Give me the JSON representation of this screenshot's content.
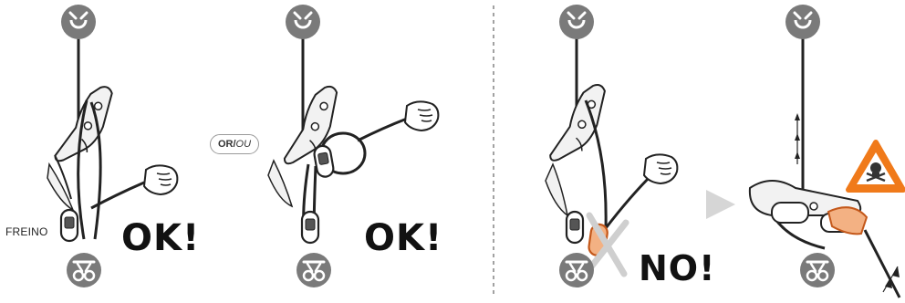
{
  "labels": {
    "brake_label": "FREINO",
    "ok_label_1": "OK!",
    "ok_label_2": "OK!",
    "no_label": "NO!",
    "or_badge": {
      "left": "OR",
      "slash": "/",
      "right": "OU"
    }
  },
  "colors": {
    "icon_circle": "#7a7a7a",
    "rope": "#222222",
    "warning_orange": "#f07a1a",
    "highlight_orange": "#f0a060",
    "divider": "#444444",
    "arrow_grey": "#d6d6d6"
  },
  "icons": [
    "anchor-icon",
    "harness-icon",
    "hand-icon",
    "danger-skull-icon",
    "next-arrow-icon"
  ]
}
